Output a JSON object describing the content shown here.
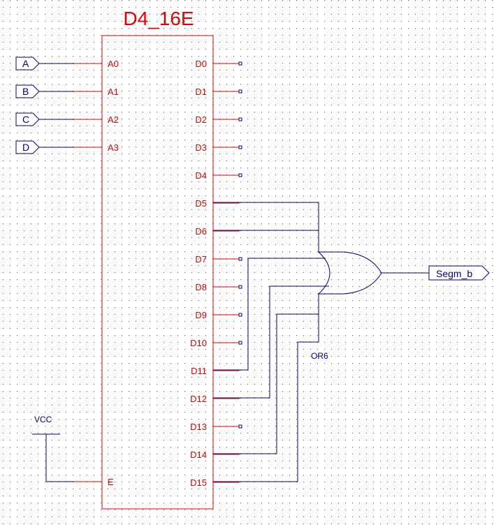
{
  "schematic": {
    "block_title": "D4_16E",
    "inputs": [
      {
        "port": "A",
        "pin": "A0"
      },
      {
        "port": "B",
        "pin": "A1"
      },
      {
        "port": "C",
        "pin": "A2"
      },
      {
        "port": "D",
        "pin": "A3"
      }
    ],
    "enable_pin": "E",
    "power_label": "VCC",
    "outputs": [
      "D0",
      "D1",
      "D2",
      "D3",
      "D4",
      "D5",
      "D6",
      "D7",
      "D8",
      "D9",
      "D10",
      "D11",
      "D12",
      "D13",
      "D14",
      "D15"
    ],
    "or_gate": {
      "label": "OR6",
      "inputs_from": [
        "D5",
        "D6",
        "D11",
        "D12",
        "D14",
        "D15"
      ]
    },
    "output_port": "Segm_b",
    "unconnected_outputs": [
      "D0",
      "D1",
      "D2",
      "D3",
      "D4",
      "D7",
      "D8",
      "D9",
      "D10",
      "D13"
    ]
  },
  "colors": {
    "background": "#ffffff",
    "grid_dot": "#000000",
    "component": "#e60000",
    "wire": "#000080",
    "port_text": "#000080",
    "pin_text": "#e60000"
  }
}
